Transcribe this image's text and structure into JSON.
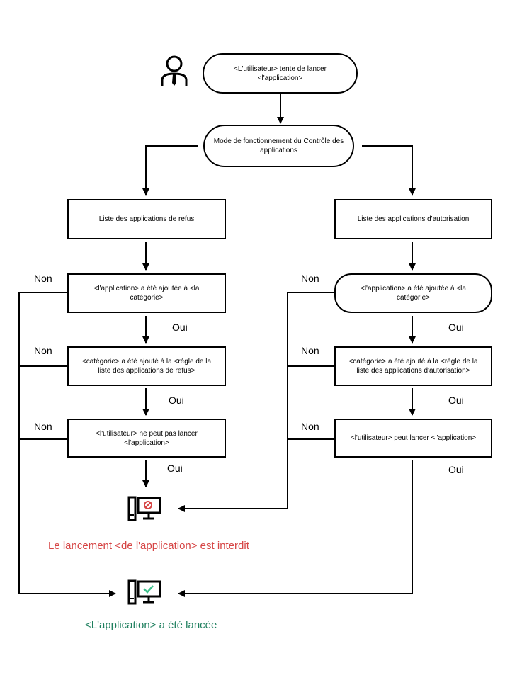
{
  "start": {
    "text": "<L'utilisateur> tente de lancer\n<l'application>"
  },
  "mode": {
    "text": "Mode de fonctionnement du Contrôle des\napplications"
  },
  "left": {
    "list": "Liste des applications de refus",
    "added": "<l'application> a été ajoutée à <la\ncatégorie>",
    "rule": "<catégorie> a été ajouté à la <règle de la\nliste des applications de refus>",
    "final": "<l'utilisateur> ne peut pas lancer\n<l'application>"
  },
  "right": {
    "list": "Liste des applications d'autorisation",
    "added": "<l'application> a été ajoutée à <la\ncatégorie>",
    "rule": "<catégorie> a été ajouté à la <règle de la\nliste des applications d'autorisation>",
    "final": "<l'utilisateur> peut lancer <l'application>"
  },
  "labels": {
    "yes": "Oui",
    "no": "Non"
  },
  "outcomes": {
    "blocked": "Le lancement <de l'application> est interdit",
    "launched": "<L'application> a été lancée"
  },
  "icons": {
    "user": "user-icon",
    "blocked": "computer-blocked-icon",
    "allowed": "computer-allowed-icon"
  },
  "colors": {
    "blocked": "#d64545",
    "allowed": "#1e7f5e",
    "allowed_check": "#3cbf8a"
  }
}
